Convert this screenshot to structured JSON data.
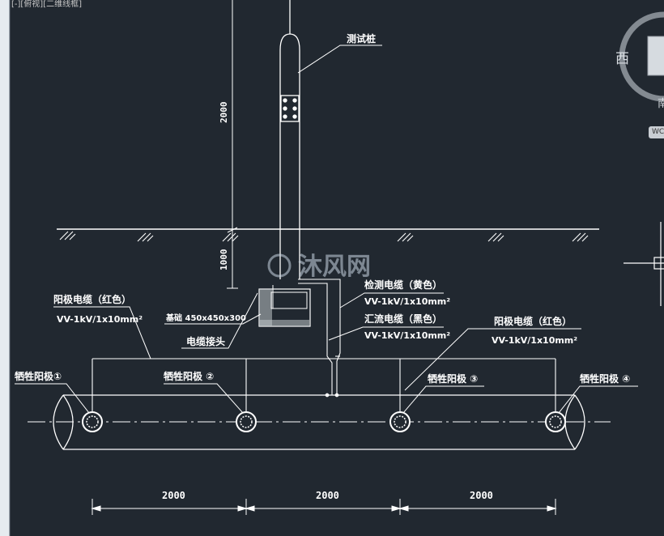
{
  "viewport": {
    "label": "[-][俯视][二维线框]"
  },
  "viewcube": {
    "west": "西",
    "south": "南",
    "wcs": "WCS"
  },
  "watermark": "沐风网",
  "labels": {
    "test_pile": "测试桩",
    "dim_2000_vertical": "2000",
    "dim_1000_vertical": "1000",
    "base": "基础 450x450x300",
    "cable_joint": "电缆接头",
    "anode_cable_left": "阳极电缆（红色）",
    "anode_cable_left_spec": "VV-1kV/1x10mm²",
    "test_cable": "检测电缆（黄色）",
    "test_cable_spec": "VV-1kV/1x10mm²",
    "drain_cable": "汇流电缆（黑色）",
    "drain_cable_spec": "VV-1kV/1x10mm²",
    "anode_cable_right": "阳极电缆（红色）",
    "anode_cable_right_spec": "VV-1kV/1x10mm²",
    "anode_1": "牺牲阳极①",
    "anode_2": "牺牲阳极 ②",
    "anode_3": "牺牲阳极 ③",
    "anode_4": "牺牲阳极 ④"
  },
  "bottom_dims": [
    "2000",
    "2000",
    "2000"
  ]
}
